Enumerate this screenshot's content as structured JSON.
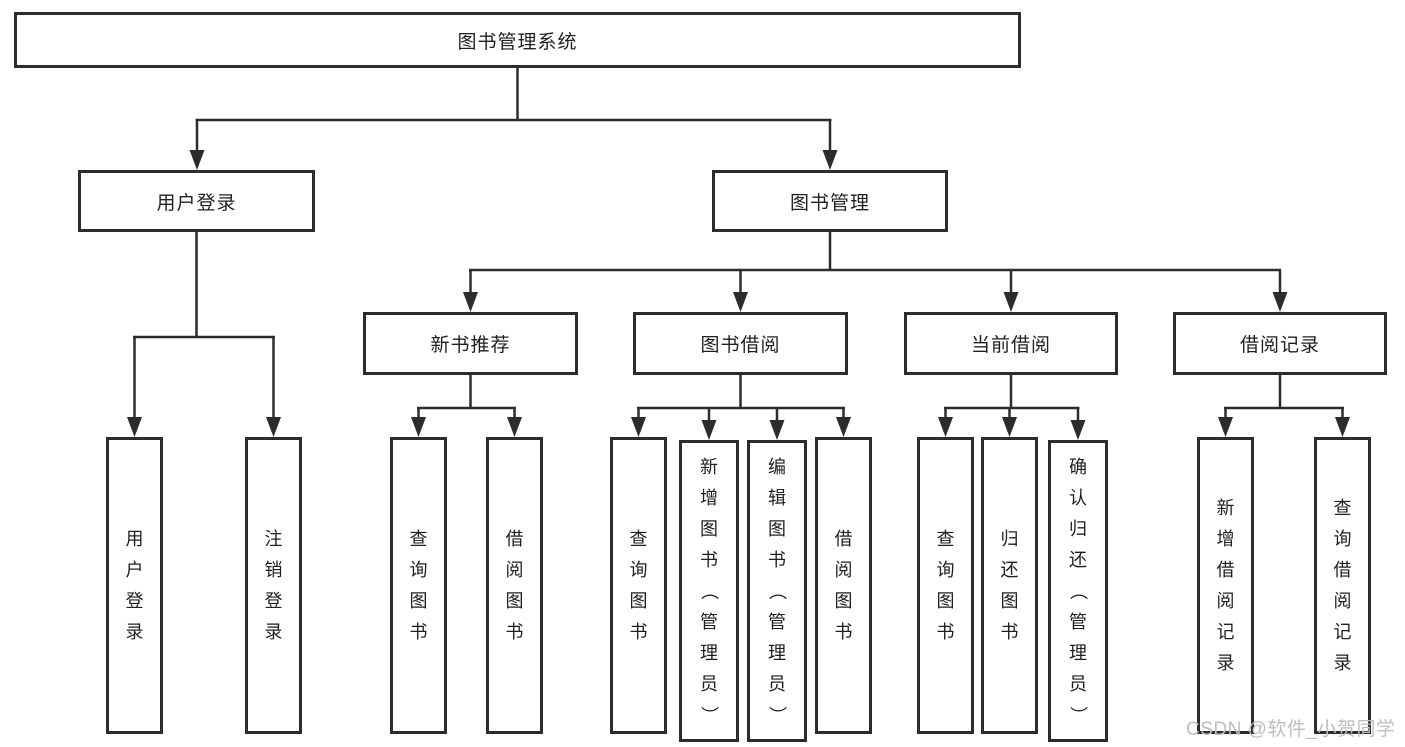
{
  "watermark": "CSDN @软件_小贺同学",
  "colors": {
    "line": "#2c2c2c",
    "box_border": "#2c2c2c",
    "text": "#1f1f1f",
    "watermark": "#bdbec2",
    "background": "#ffffff"
  },
  "tree": {
    "label": "图书管理系统",
    "children": [
      {
        "label": "用户登录",
        "children": [
          {
            "label": "用户登录"
          },
          {
            "label": "注销登录"
          }
        ]
      },
      {
        "label": "图书管理",
        "children": [
          {
            "label": "新书推荐",
            "children": [
              {
                "label": "查询图书"
              },
              {
                "label": "借阅图书"
              }
            ]
          },
          {
            "label": "图书借阅",
            "children": [
              {
                "label": "查询图书"
              },
              {
                "label": "新增图书（管理员）"
              },
              {
                "label": "编辑图书（管理员）"
              },
              {
                "label": "借阅图书"
              }
            ]
          },
          {
            "label": "当前借阅",
            "children": [
              {
                "label": "查询图书"
              },
              {
                "label": "归还图书"
              },
              {
                "label": "确认归还（管理员）"
              }
            ]
          },
          {
            "label": "借阅记录",
            "children": [
              {
                "label": "新增借阅记录"
              },
              {
                "label": "查询借阅记录"
              }
            ]
          }
        ]
      }
    ]
  }
}
